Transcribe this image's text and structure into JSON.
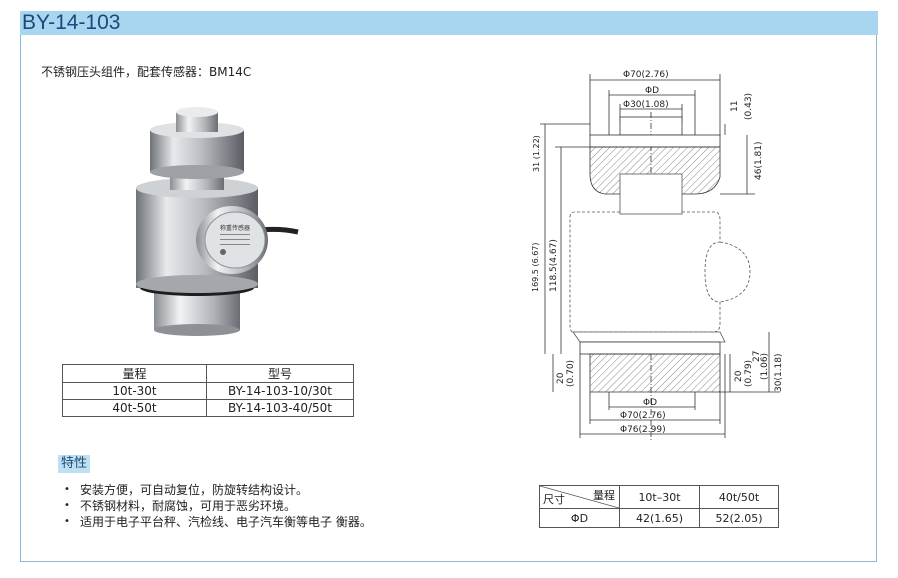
{
  "title": "BY-14-103",
  "description": "不锈钢压头组件，配套传感器：BM14C",
  "spec_table": {
    "headers": [
      "量程",
      "型号"
    ],
    "rows": [
      [
        "10t-30t",
        "BY-14-103-10/30t"
      ],
      [
        "40t-50t",
        "BY-14-103-40/50t"
      ]
    ]
  },
  "features": {
    "heading": "特性",
    "items": [
      "安装方便，可自动复位，防旋转结构设计。",
      "不锈钢材料，耐腐蚀，可用于恶劣环境。",
      "适用于电子平台秤、汽检线、电子汽车衡等电子 衡器。"
    ]
  },
  "photo": {
    "plate_text": "称重传感器"
  },
  "drawing": {
    "top_phi70": "Φ70(2.76)",
    "top_phiD": "ΦD",
    "top_phi30": "Φ30(1.08)",
    "dim_11": "11",
    "dim_043": "(0.43)",
    "dim_46": "46(1.81)",
    "dim_31": "31 (1.22)",
    "dim_1695": "169.5 (6.67)",
    "dim_1185": "118.5(4.67)",
    "dim_20_left": "20",
    "dim_070_left": "(0.70)",
    "dim_20_right": "20",
    "dim_079_right": "(0.79)",
    "dim_27": "27",
    "dim_106": "(1.06)",
    "dim_30": "30(1.18)",
    "bot_phiD": "ΦD",
    "bot_phi70": "Φ70(2.76)",
    "bot_phi76": "Φ76(2.99)"
  },
  "dim_table": {
    "corner_top": "量程",
    "corner_bottom": "尺寸",
    "headers": [
      "10t–30t",
      "40t/50t"
    ],
    "row_label": "ΦD",
    "values": [
      "42(1.65)",
      "52(2.05)"
    ]
  }
}
